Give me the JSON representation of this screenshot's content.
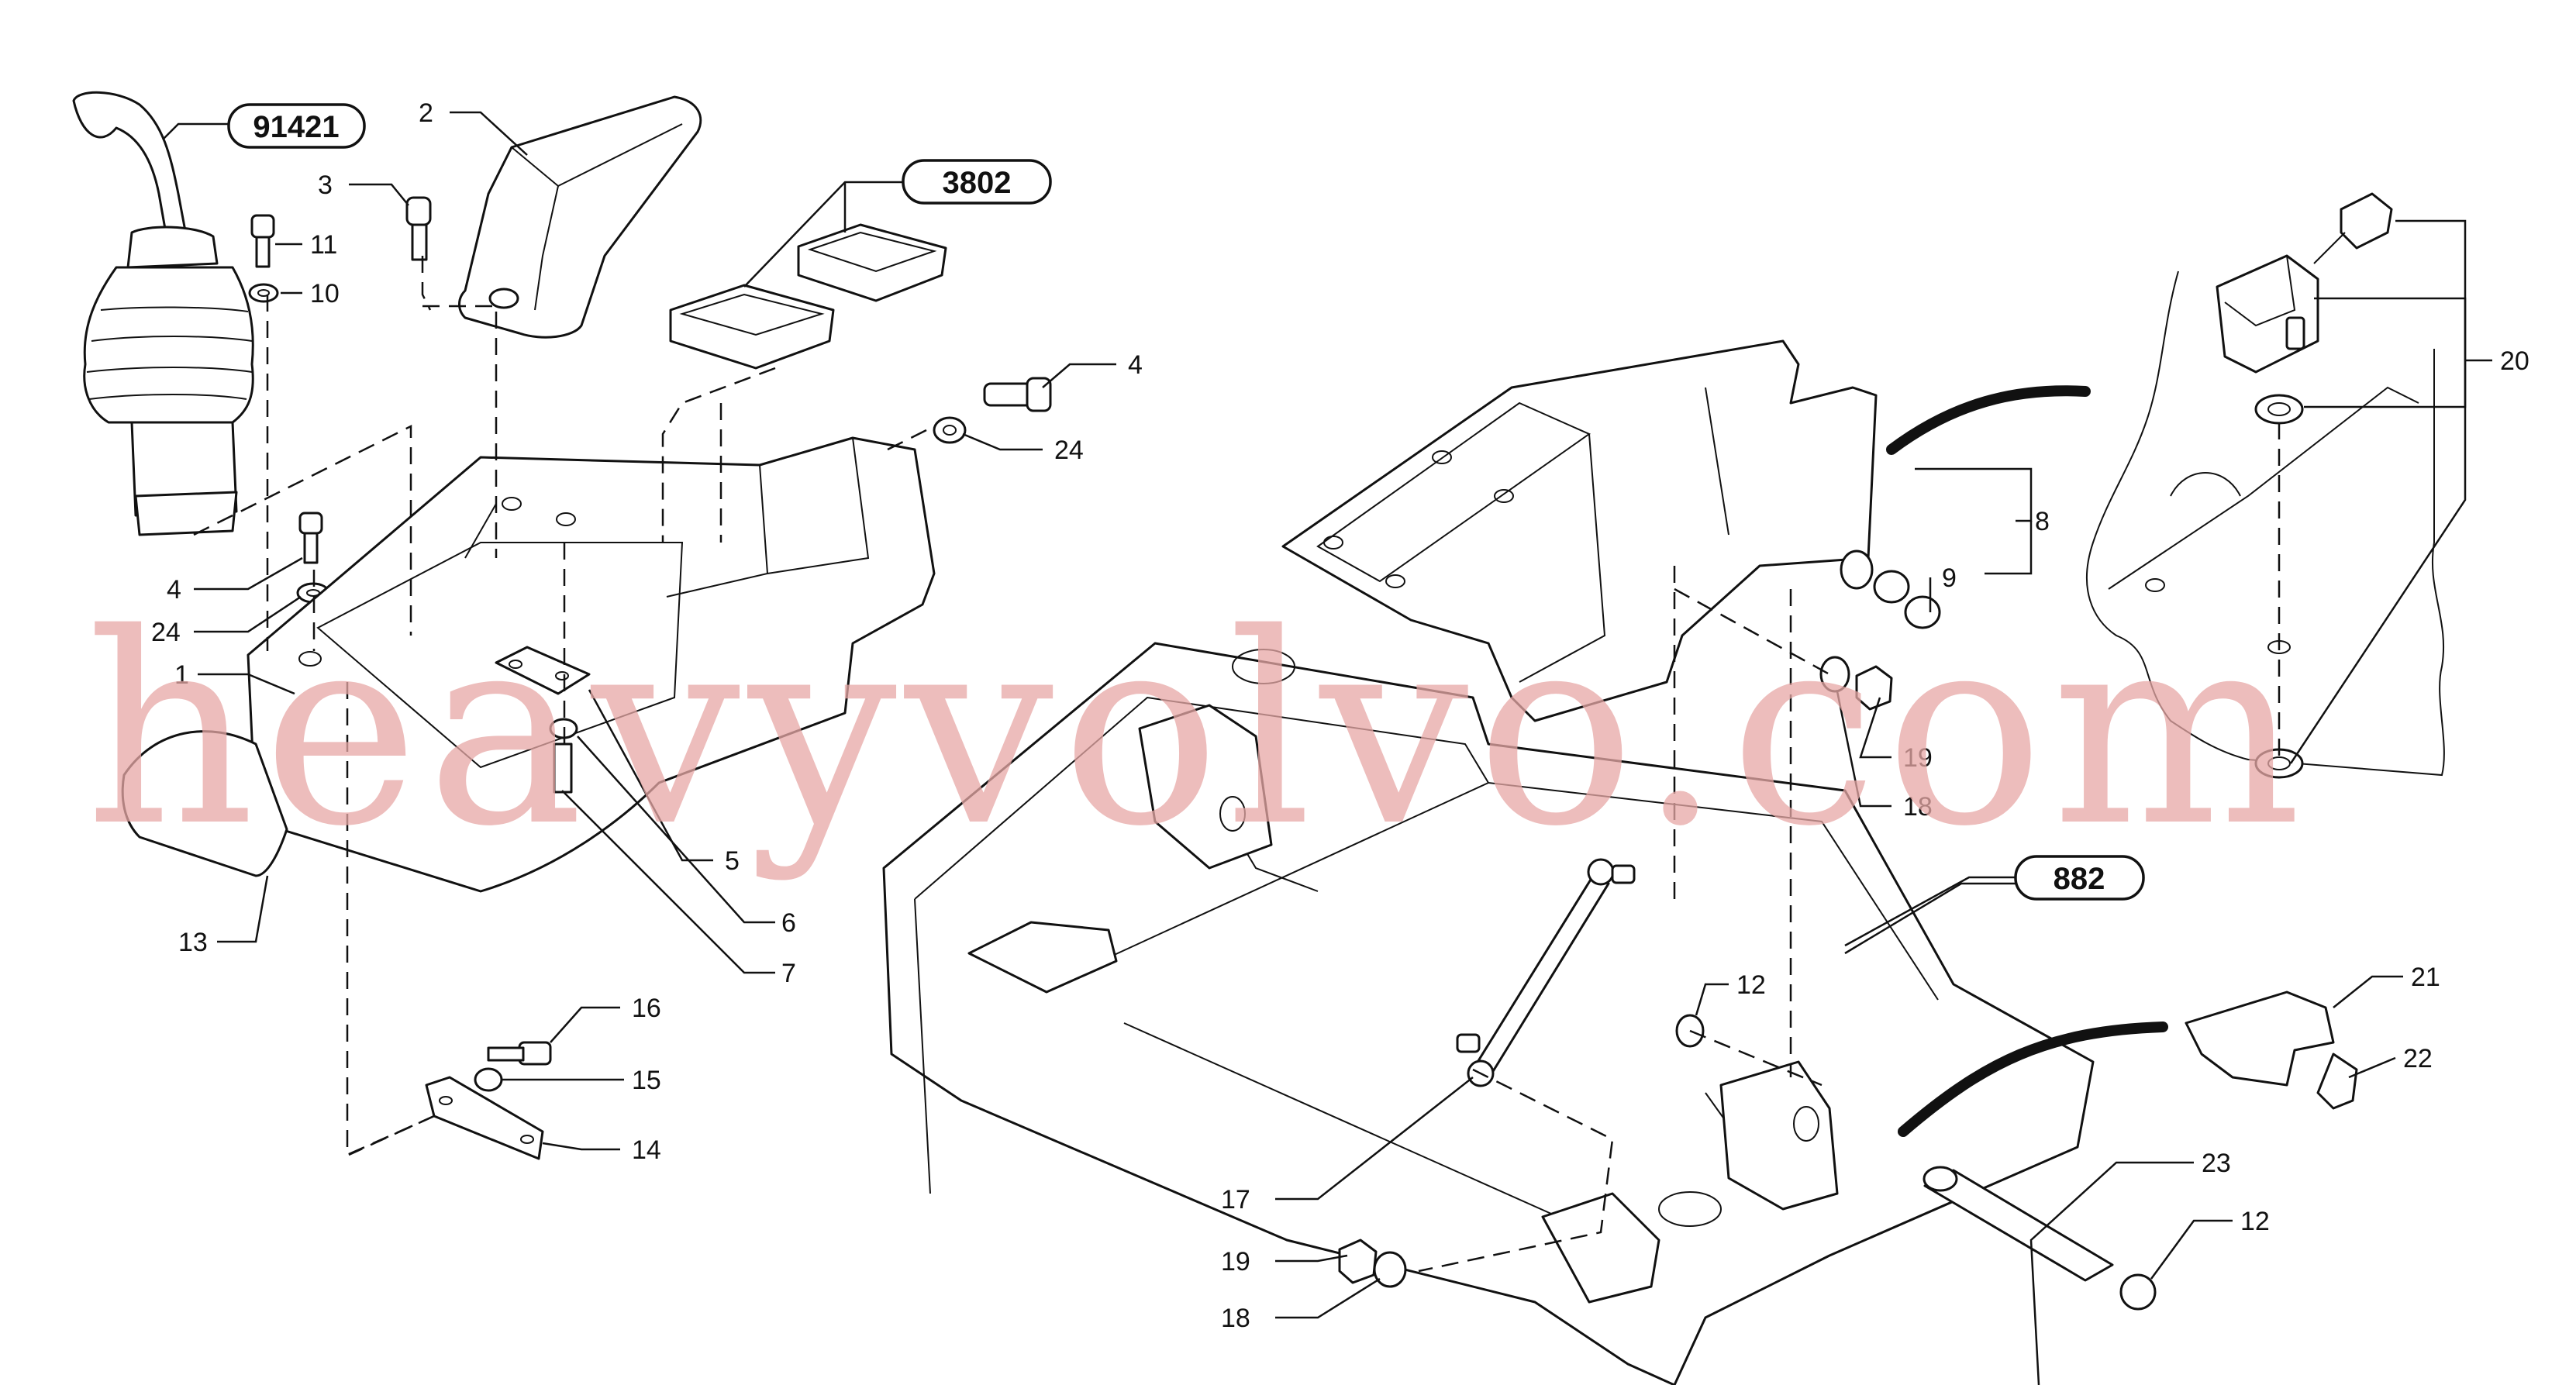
{
  "watermark": "heavyvolvo.com",
  "references": [
    {
      "id": "ref-91421",
      "label": "91421"
    },
    {
      "id": "ref-3802",
      "label": "3802"
    },
    {
      "id": "ref-882",
      "label": "882"
    }
  ],
  "callouts": [
    {
      "id": "c-2",
      "label": "2"
    },
    {
      "id": "c-3",
      "label": "3"
    },
    {
      "id": "c-11",
      "label": "11"
    },
    {
      "id": "c-10",
      "label": "10"
    },
    {
      "id": "c-4a",
      "label": "4"
    },
    {
      "id": "c-24a",
      "label": "24"
    },
    {
      "id": "c-4b",
      "label": "4"
    },
    {
      "id": "c-24b",
      "label": "24"
    },
    {
      "id": "c-1",
      "label": "1"
    },
    {
      "id": "c-13",
      "label": "13"
    },
    {
      "id": "c-5",
      "label": "5"
    },
    {
      "id": "c-6",
      "label": "6"
    },
    {
      "id": "c-7",
      "label": "7"
    },
    {
      "id": "c-16",
      "label": "16"
    },
    {
      "id": "c-15",
      "label": "15"
    },
    {
      "id": "c-14",
      "label": "14"
    },
    {
      "id": "c-8",
      "label": "8"
    },
    {
      "id": "c-9",
      "label": "9"
    },
    {
      "id": "c-19a",
      "label": "19"
    },
    {
      "id": "c-18a",
      "label": "18"
    },
    {
      "id": "c-20",
      "label": "20"
    },
    {
      "id": "c-12a",
      "label": "12"
    },
    {
      "id": "c-21",
      "label": "21"
    },
    {
      "id": "c-22",
      "label": "22"
    },
    {
      "id": "c-23",
      "label": "23"
    },
    {
      "id": "c-12b",
      "label": "12"
    },
    {
      "id": "c-17",
      "label": "17"
    },
    {
      "id": "c-19b",
      "label": "19"
    },
    {
      "id": "c-18b",
      "label": "18"
    }
  ]
}
